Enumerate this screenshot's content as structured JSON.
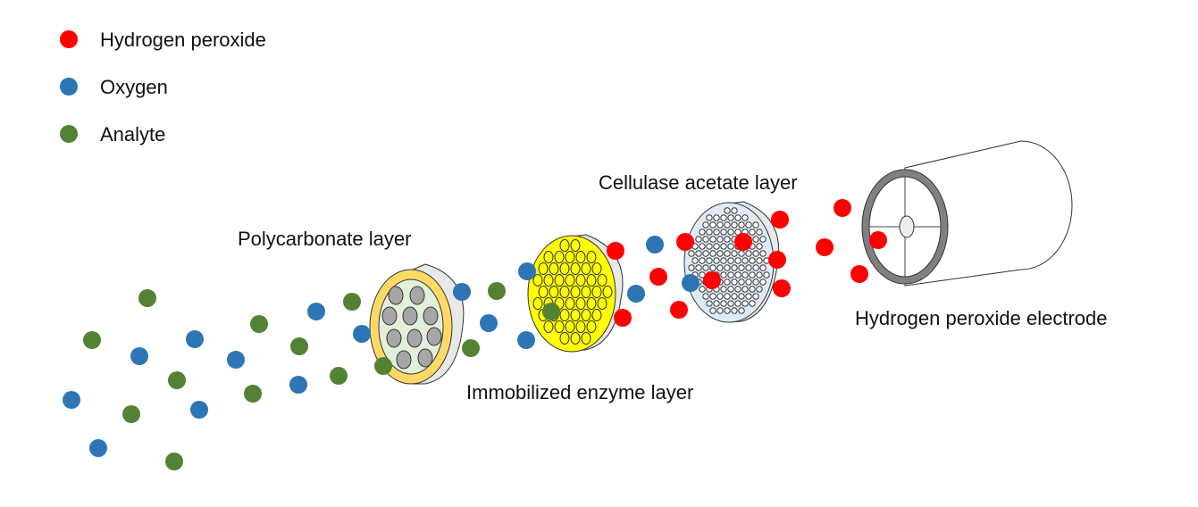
{
  "legend": [
    {
      "label": "Hydrogen peroxide",
      "color": "#ff0000"
    },
    {
      "label": "Oxygen",
      "color": "#2e75b6"
    },
    {
      "label": "Analyte",
      "color": "#548235"
    }
  ],
  "layers": {
    "polycarbonate": {
      "label": "Polycarbonate layer",
      "rim_color": "#ffd966",
      "face_color": "#e2efda",
      "pore_color": "#a6a6a6"
    },
    "enzyme": {
      "label": "Immobilized enzyme layer",
      "face_color": "#ffff00"
    },
    "cellulose": {
      "label": "Cellulase acetate layer",
      "face_color": "#deebf7"
    }
  },
  "electrode": {
    "label": "Hydrogen peroxide electrode",
    "ring_color": "#808080"
  }
}
